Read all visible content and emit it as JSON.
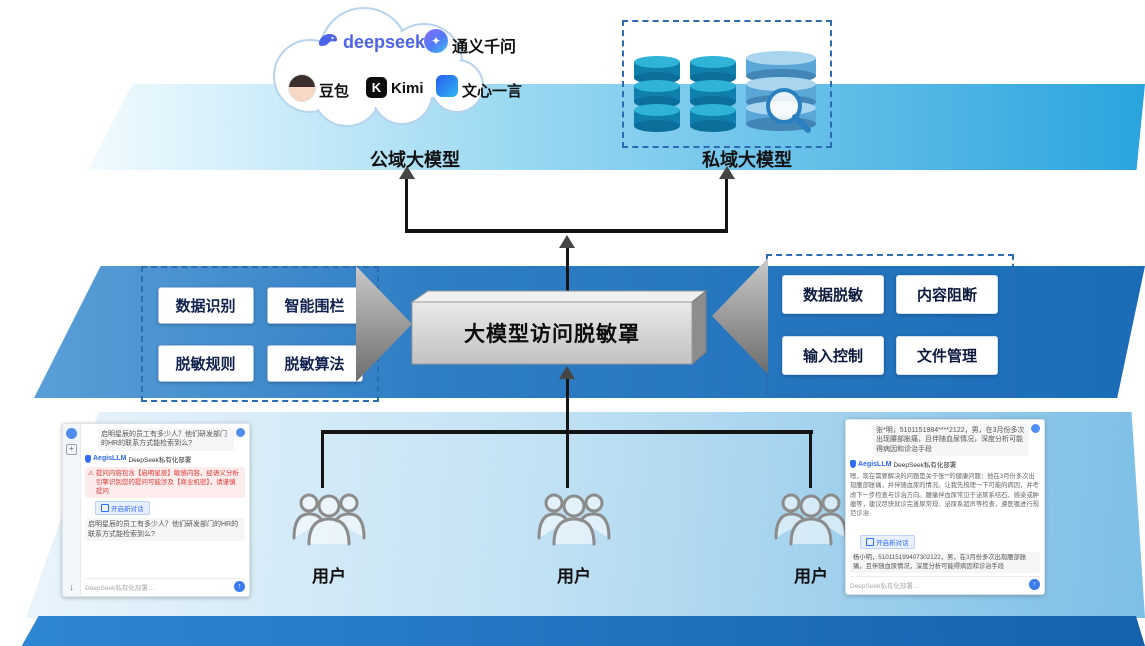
{
  "layers": {
    "public_models_label": "公域大模型",
    "private_models_label": "私域大模型"
  },
  "logos": [
    {
      "label": "deepseek"
    },
    {
      "label": "通义千问"
    },
    {
      "label": "豆包"
    },
    {
      "label": "Kimi",
      "monogram": "K"
    },
    {
      "label": "文心一言"
    }
  ],
  "center_box": {
    "label": "大模型访问脱敏罩"
  },
  "left_capabilities": [
    "数据识别",
    "智能围栏",
    "脱敏规则",
    "脱敏算法"
  ],
  "right_capabilities": [
    "数据脱敏",
    "内容阻断",
    "输入控制",
    "文件管理"
  ],
  "users": [
    "用户",
    "用户",
    "用户"
  ],
  "left_chat": {
    "user_message_1": "启明星辰的员工有多少人？他们研发部门的HR的联系方式能检索到么?",
    "assistant_name": "AegisLLM",
    "assistant_subtitle": "DeepSeek私有化部署",
    "warning_text": "提问内容包含【启明星辰】敏感内容，经语义分析引擎识别您的提问可能涉及【商业机密】，请谨慎提问",
    "new_chat_button": "开启新对话",
    "user_message_2": "启明星辰的员工有多少人？他们研发部门的HR的联系方式能检索到么?",
    "input_placeholder": "DeepSeek私有化部署…"
  },
  "right_chat": {
    "user_message_1": "张*明，5101151984****2122，男，在3月份多次出现腰部胀痛，且伴随血尿情况，深度分析可能得病因和诊治手段",
    "assistant_name": "AegisLLM",
    "assistant_subtitle": "DeepSeek私有化部署",
    "response_text": "嗯，现在需要解决的问题是关于张**的健康问题：他在3月份多次出现腰部胀痛，并伴随血尿的情况。让我先梳理一下可能的病因，并考虑下一步检查与诊治方向。腰痛伴血尿常见于泌尿系结石、感染或肿瘤等，建议尽快就诊完善尿常规、泌尿系超声等检查，遵医嘱进行规范诊治",
    "new_chat_button": "开启新对话",
    "user_message_2": "杨小明，510115199407302122，男，在3月份多次出现腰部胀痛，且伴随血尿情况，深度分析可能得病因和诊治手段",
    "input_placeholder": "DeepSeek私有化部署…"
  },
  "icons": {
    "send": "↑",
    "download": "↓",
    "add": "+",
    "warning": "⚠",
    "star": "✦"
  },
  "colors": {
    "band_blue": "#1b6cb8",
    "accent_blue": "#2f6bff",
    "deepseek_blue": "#4d63e8",
    "warning_red": "#e03a36"
  }
}
